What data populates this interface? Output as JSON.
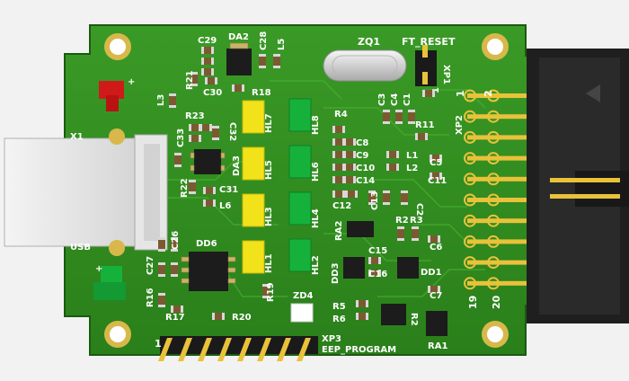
{
  "board": {
    "colors": {
      "pcb": "#2e8a1e",
      "pcb_dark": "#1f6a14",
      "silk": "#ffffff",
      "gold": "#e9c23a",
      "led_yellow": "#f2e21a",
      "led_green": "#16b13a",
      "led_red": "#d01a1a",
      "header_black": "#1a1a1a"
    }
  },
  "labels": {
    "ft_reset": "FT_RESET",
    "zq1": "ZQ1",
    "xp1": "XP1",
    "xp1_pin1": "1",
    "xp2": "XP2",
    "xp2_pin1": "1",
    "xp2_pin2": "2",
    "xp2_pin19": "19",
    "xp2_pin20": "20",
    "xp3": "XP3",
    "xp3_name": "EEP_PROGRAM",
    "xp3_pin1": "1",
    "x1": "X1",
    "usb": "USB",
    "da2": "DA2",
    "da3": "DA3",
    "dd6": "DD6",
    "dd3": "DD3",
    "dd1": "DD1",
    "zd4": "ZD4",
    "ra1": "RA1",
    "ra2": "RA2",
    "hl1": "HL1",
    "hl2": "HL2",
    "hl3": "HL3",
    "hl4": "HL4",
    "hl5": "HL5",
    "hl6": "HL6",
    "hl7": "HL7",
    "hl8": "HL8",
    "c29": "C29",
    "c28": "C28",
    "c30": "C30",
    "c33": "C33",
    "c32": "C32",
    "c31": "C31",
    "c26": "C26",
    "c27": "C27",
    "c3": "C3",
    "c4": "C4",
    "c1": "C1",
    "c8": "C8",
    "c9": "C9",
    "c10": "C10",
    "c14": "C14",
    "c12": "C12",
    "c13": "C13",
    "c2": "C2",
    "c5": "C5",
    "c11": "C11",
    "c6": "C6",
    "c15": "C15",
    "c16": "C16",
    "c7": "C7",
    "l5": "L5",
    "l3": "L3",
    "l6": "L6",
    "l1": "L1",
    "l2": "L2",
    "r21": "R21",
    "r18": "R18",
    "r23": "R23",
    "r22": "R22",
    "r4": "R4",
    "r11": "R11",
    "r2": "R2",
    "r3": "R3",
    "r16": "R16",
    "r17": "R17",
    "r20": "R20",
    "r19": "R19",
    "r5": "R5",
    "r6": "R6",
    "plus": "+"
  }
}
